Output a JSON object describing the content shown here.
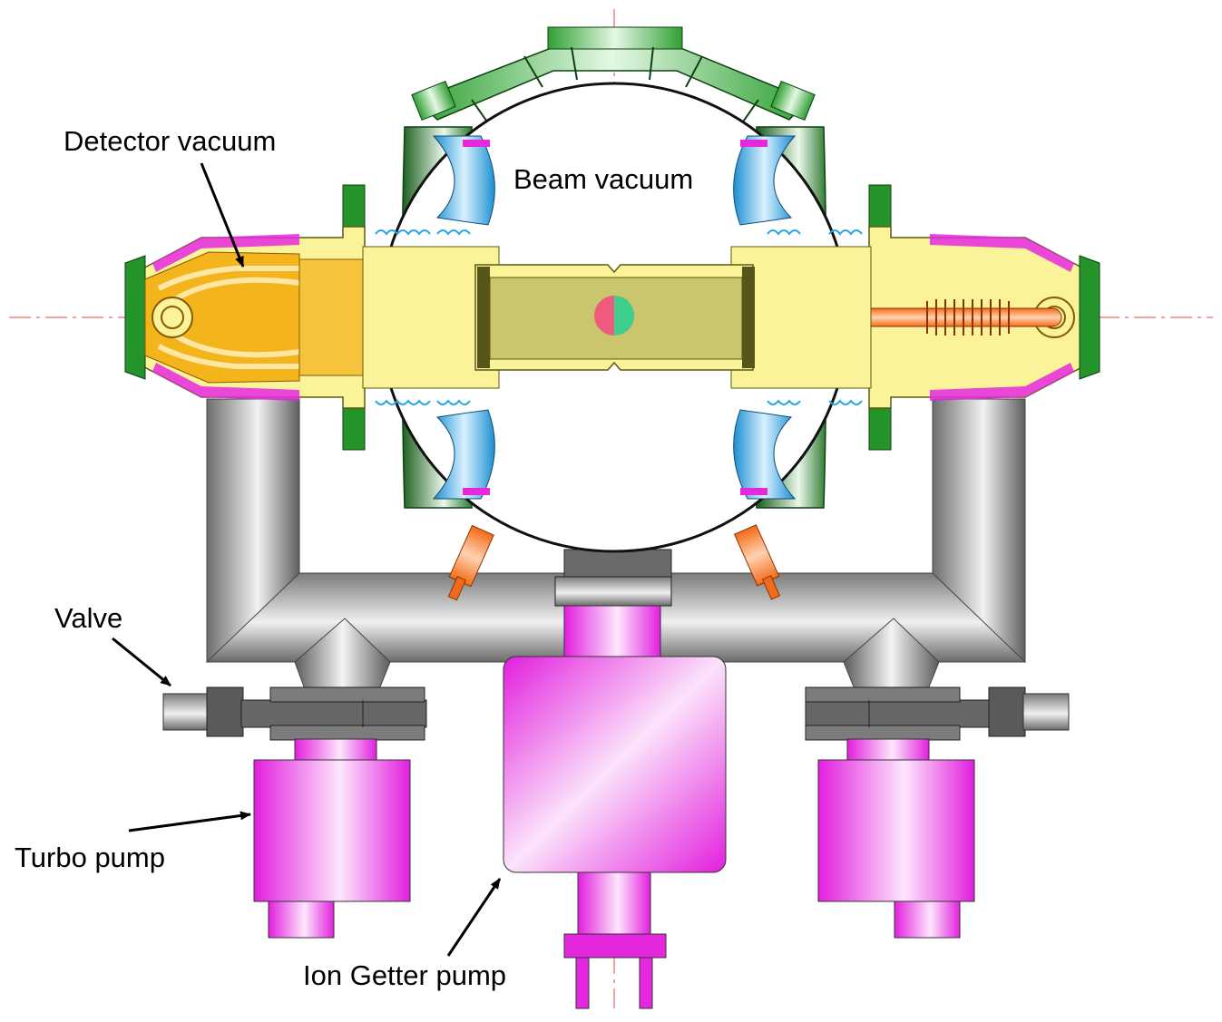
{
  "labels": {
    "detector_vacuum": "Detector vacuum",
    "beam_vacuum": "Beam vacuum",
    "valve": "Valve",
    "turbo_pump": "Turbo pump",
    "ion_getter_pump": "Ion Getter pump"
  },
  "colors": {
    "flange_green": "#17a21a",
    "dark_green": "#1f6b22",
    "detector_yellow": "#fbf39a",
    "detector_orange": "#f4b51c",
    "pump_magenta": "#e528e0",
    "pipe_gray": "#8c8c8c",
    "bellow_blue": "#27a7e4",
    "feedthrough_orange": "#f06a1e"
  }
}
